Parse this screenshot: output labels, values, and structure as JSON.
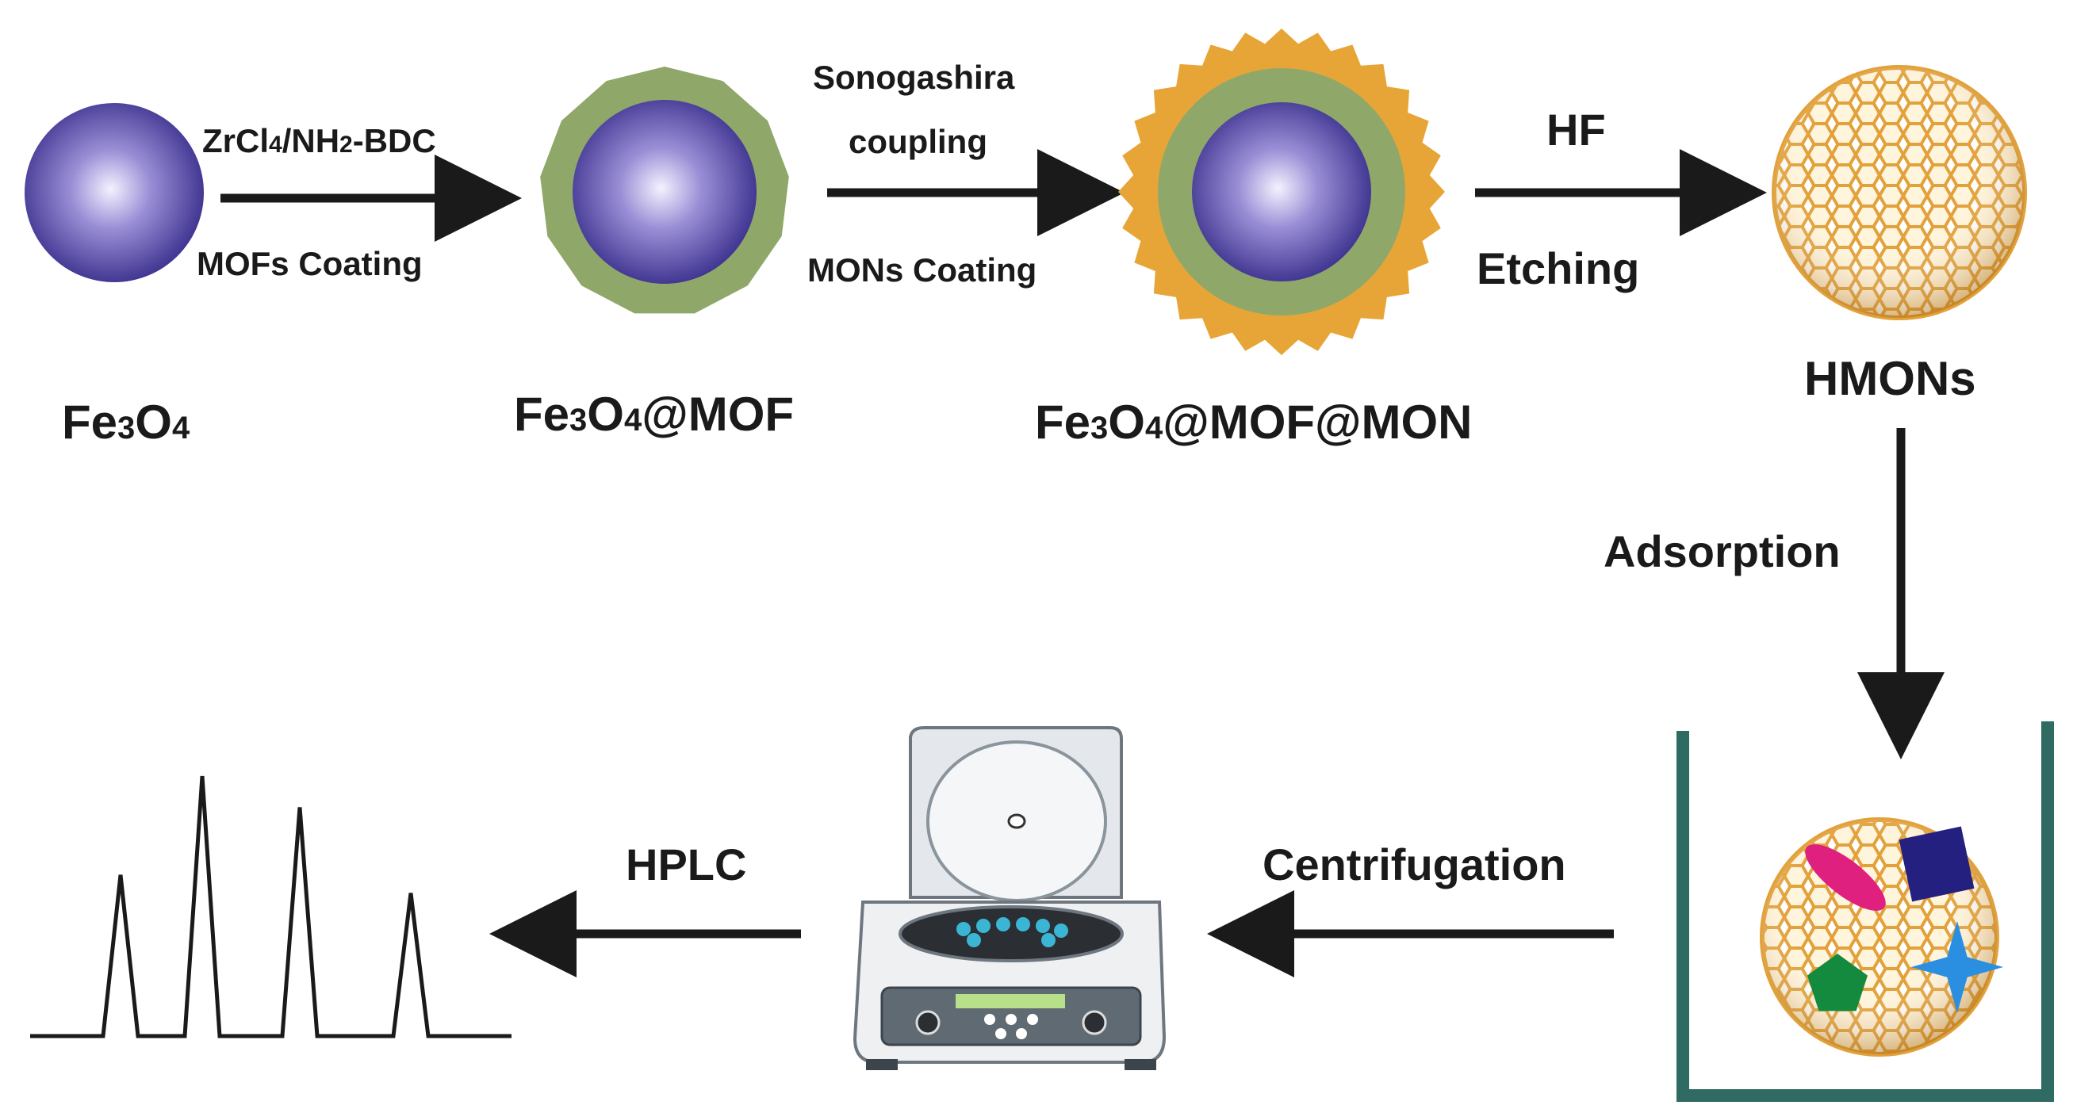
{
  "colors": {
    "core_light": "#f4f2ff",
    "core_mid": "#8a7ed0",
    "core_dark": "#3a2f8c",
    "mof_shell": "#8fa86a",
    "mon_shell": "#e7a537",
    "cage": "#e2a13a",
    "beaker": "#2f6b63",
    "arrow": "#1a1a1a",
    "ellipse": "#e0207e",
    "square": "#232080",
    "pentagon": "#148a3f",
    "star": "#2a8fe0"
  },
  "particles": {
    "fe3o4": {
      "label": "Fe",
      "sub1": "3",
      "mid": "O",
      "sub2": "4",
      "tail": ""
    },
    "fe3o4_mof": {
      "label": "Fe",
      "sub1": "3",
      "mid": "O",
      "sub2": "4",
      "tail": "@MOF"
    },
    "fe3o4_mof_mon": {
      "label": "Fe",
      "sub1": "3",
      "mid": "O",
      "sub2": "4",
      "tail": "@MOF@MON"
    },
    "hmons": {
      "label": "HMONs"
    }
  },
  "steps": {
    "step1": {
      "top_a": "ZrCl",
      "top_sub1": "4",
      "top_b": "/NH",
      "top_sub2": "2",
      "top_c": "-BDC",
      "bottom": "MOFs Coating"
    },
    "step2": {
      "top1": "Sonogashira",
      "top2": "coupling",
      "bottom": "MONs Coating"
    },
    "step3": {
      "top": "HF",
      "bottom": "Etching"
    },
    "step4": {
      "label": "Adsorption"
    },
    "step5": {
      "label": "Centrifugation"
    },
    "step6": {
      "label": "HPLC"
    }
  },
  "icons": {
    "centrifuge": "centrifuge-icon",
    "beaker": "beaker-icon",
    "chromatogram": "chromatogram-icon",
    "cage": "hollow-cage-sphere-icon",
    "analytes": [
      "ellipse",
      "square",
      "pentagon",
      "star"
    ]
  },
  "chromatogram_peaks": [
    0.62,
    1.0,
    0.88,
    0.55
  ]
}
